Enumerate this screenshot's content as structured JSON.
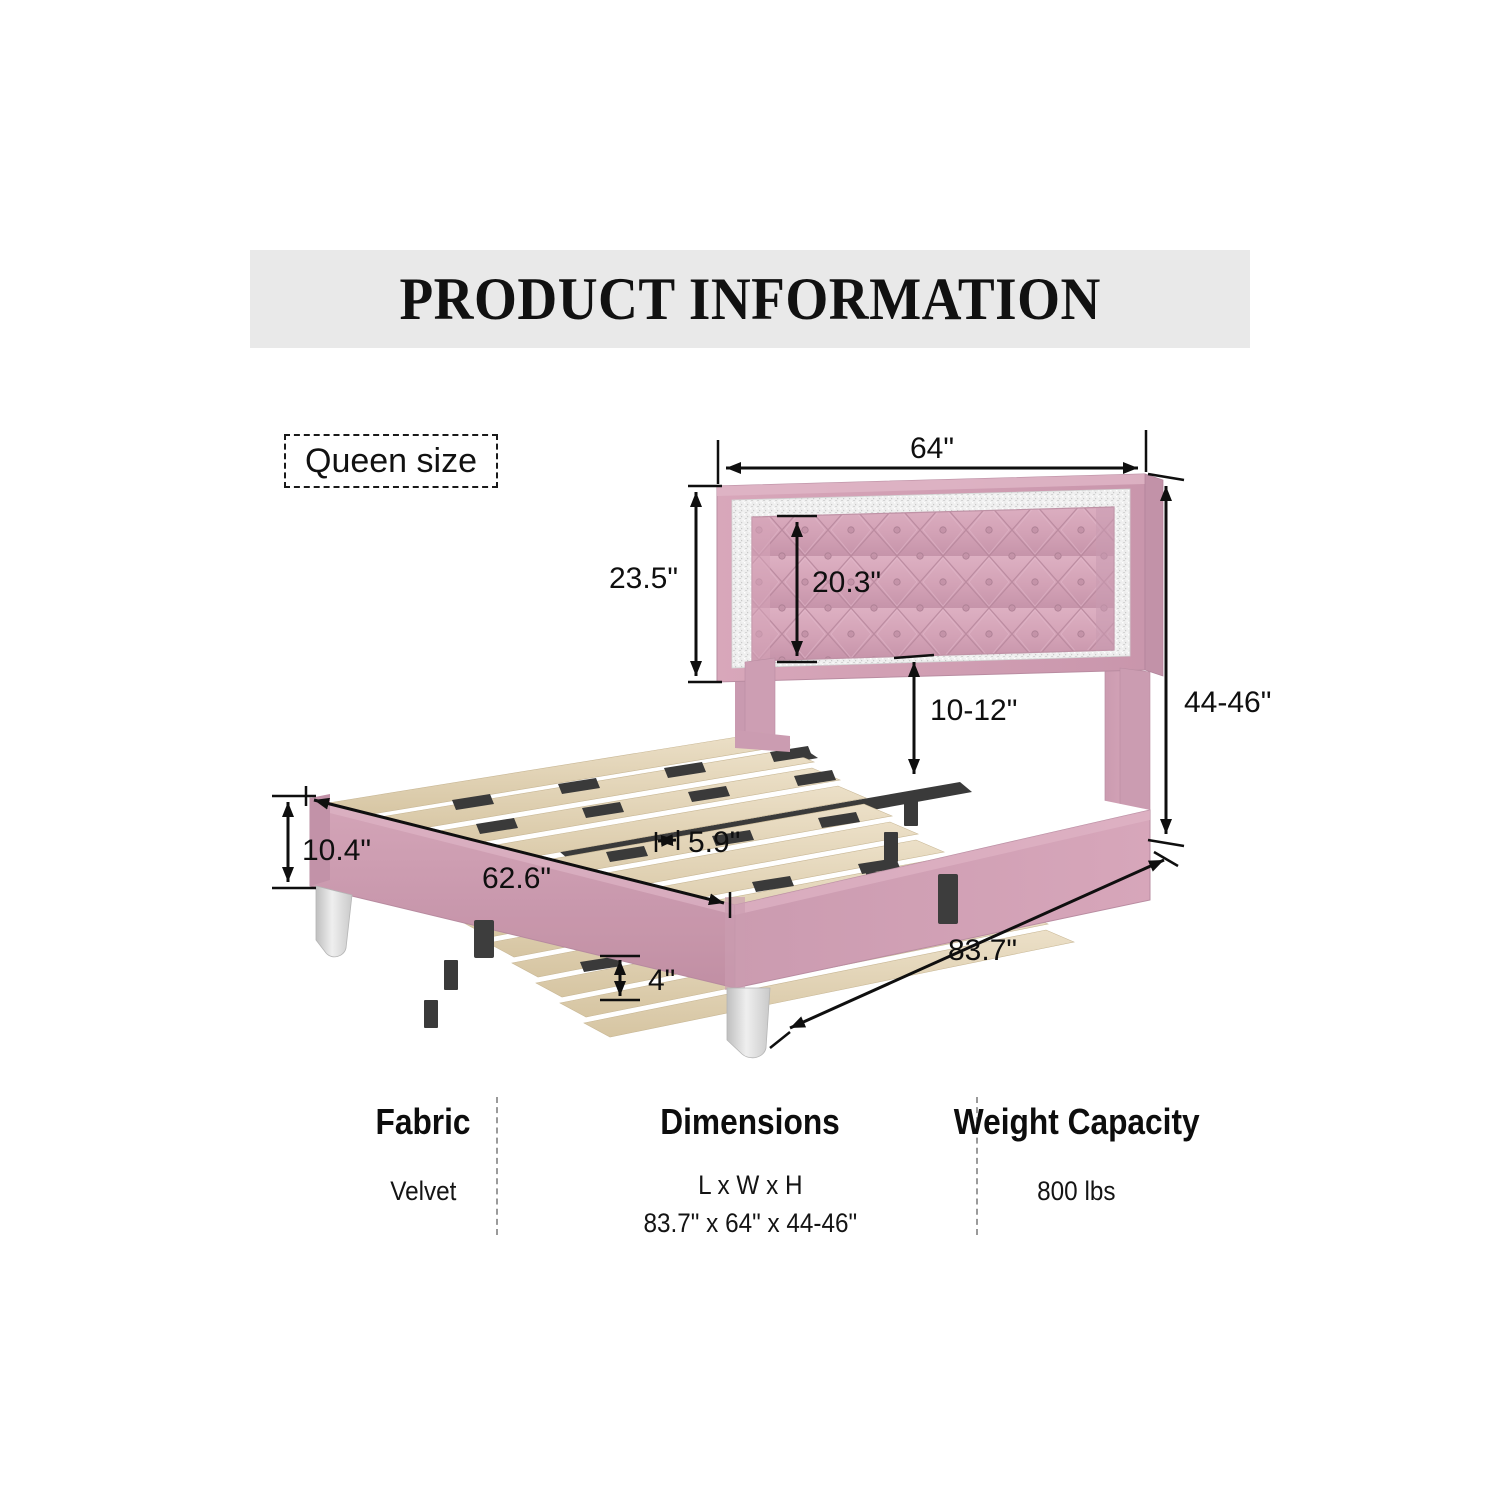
{
  "header": {
    "title": "PRODUCT INFORMATION",
    "background": "#e9e9e9"
  },
  "size_tag": {
    "label": "Queen size"
  },
  "product": {
    "colors": {
      "velvet_pink": "#d2a0b4",
      "velvet_pink_light": "#dcaec0",
      "velvet_pink_dark": "#c08ea4",
      "glitter_trim": "#ededed",
      "slat_wood": "#e4d6ba",
      "slat_wood_dark": "#cfbd99",
      "support_bar": "#3a3a3a",
      "leg_chrome": "#d8d8d8"
    }
  },
  "dimensions": {
    "headboard_width": "64\"",
    "headboard_height": "23.5\"",
    "tufted_panel_height": "20.3\"",
    "clearance_under_headboard": "10-12\"",
    "total_height": "44-46\"",
    "rail_height": "10.4\"",
    "interior_width": "62.6\"",
    "slat_gap": "5.9\"",
    "leg_height": "4\"",
    "length": "83.7\""
  },
  "specs": {
    "columns": [
      {
        "title": "Fabric",
        "line1": "Velvet",
        "line2": ""
      },
      {
        "title": "Dimensions",
        "line1": "L x W x H",
        "line2": "83.7\" x 64\" x 44-46\""
      },
      {
        "title": "Weight Capacity",
        "line1": "800 lbs",
        "line2": ""
      }
    ]
  }
}
